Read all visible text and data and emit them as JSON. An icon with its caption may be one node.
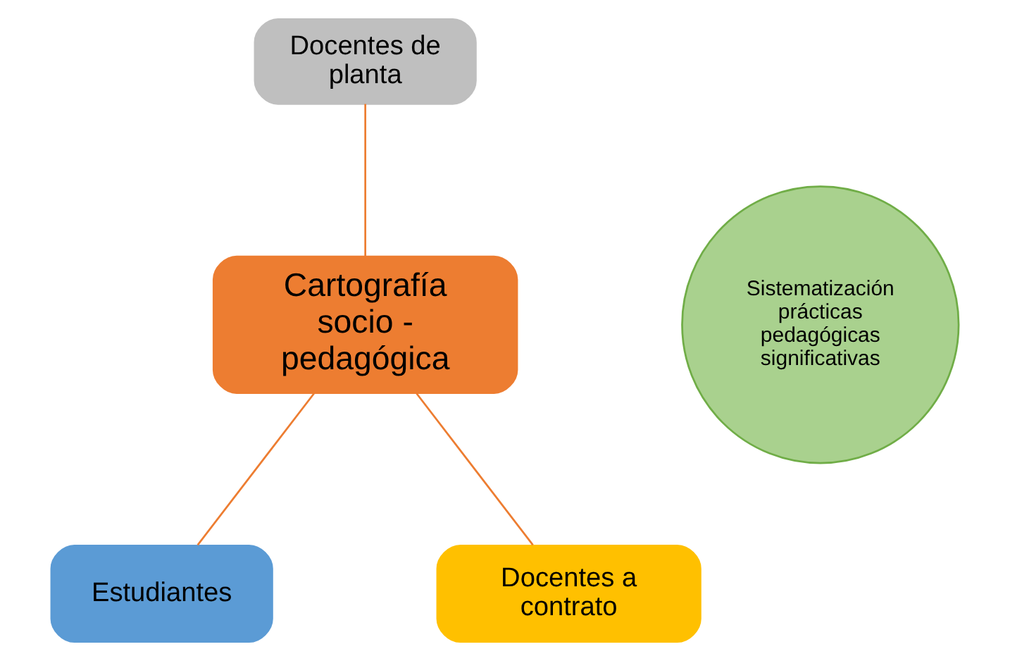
{
  "diagram": {
    "nodes": [
      {
        "text": [
          "Docentes de planta"
        ]
      },
      {
        "text": [
          "Cartografía socio - pedagógica"
        ]
      },
      {
        "text": [
          "Estudiantes"
        ]
      },
      {
        "text": [
          "Docentes a contrato"
        ]
      },
      {
        "text": [
          "Sistematización prácticas pedagógicas significativas"
        ]
      }
    ],
    "edges": [
      {
        "from": 0,
        "to": 1,
        "arrow": "none"
      },
      {
        "from": 1,
        "to": 2,
        "arrow": "none"
      },
      {
        "from": 1,
        "to": 3,
        "arrow": "none"
      }
    ]
  }
}
